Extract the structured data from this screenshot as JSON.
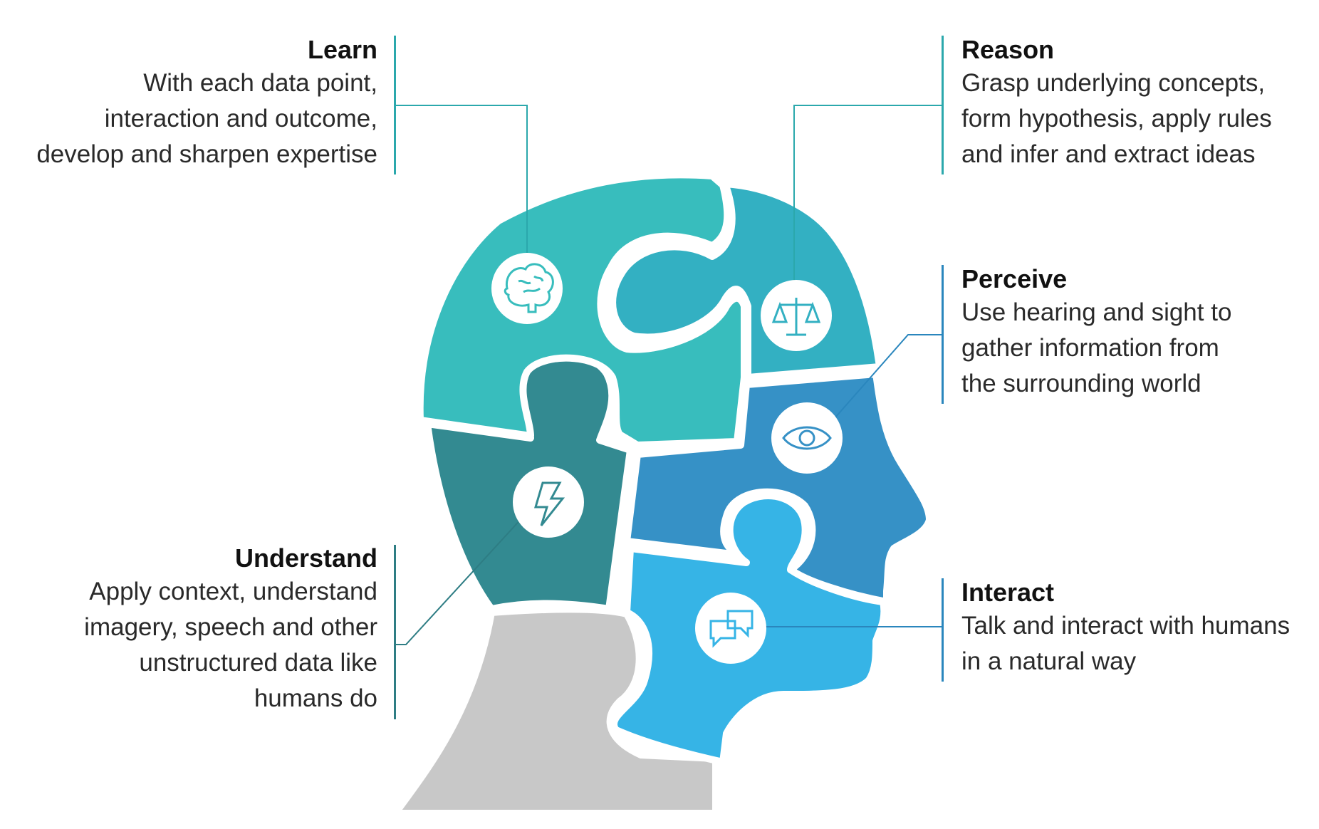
{
  "colors": {
    "learn": "#38BDBD",
    "reason": "#33B0C2",
    "understand": "#338A91",
    "perceive": "#3691C6",
    "interact": "#36B4E6",
    "neck": "#C8C8C8",
    "connector_teal": "#2BA8AC",
    "connector_blue": "#2A86BD",
    "connector_dark": "#2E7D84"
  },
  "callouts": {
    "learn": {
      "title": "Learn",
      "lines": [
        "With each data point,",
        "interaction and outcome,",
        "develop and sharpen expertise"
      ],
      "icon": "brain-icon"
    },
    "reason": {
      "title": "Reason",
      "lines": [
        "Grasp underlying concepts,",
        "form hypothesis, apply rules",
        "and infer and extract ideas"
      ],
      "icon": "scales-icon"
    },
    "perceive": {
      "title": "Perceive",
      "lines": [
        "Use hearing and sight to",
        "gather information from",
        "the surrounding world"
      ],
      "icon": "eye-icon"
    },
    "understand": {
      "title": "Understand",
      "lines": [
        "Apply context, understand",
        "imagery, speech and other",
        "unstructured data like",
        "humans do"
      ],
      "icon": "lightning-icon"
    },
    "interact": {
      "title": "Interact",
      "lines": [
        "Talk and interact with humans",
        "in a natural way"
      ],
      "icon": "chat-bubbles-icon"
    }
  }
}
